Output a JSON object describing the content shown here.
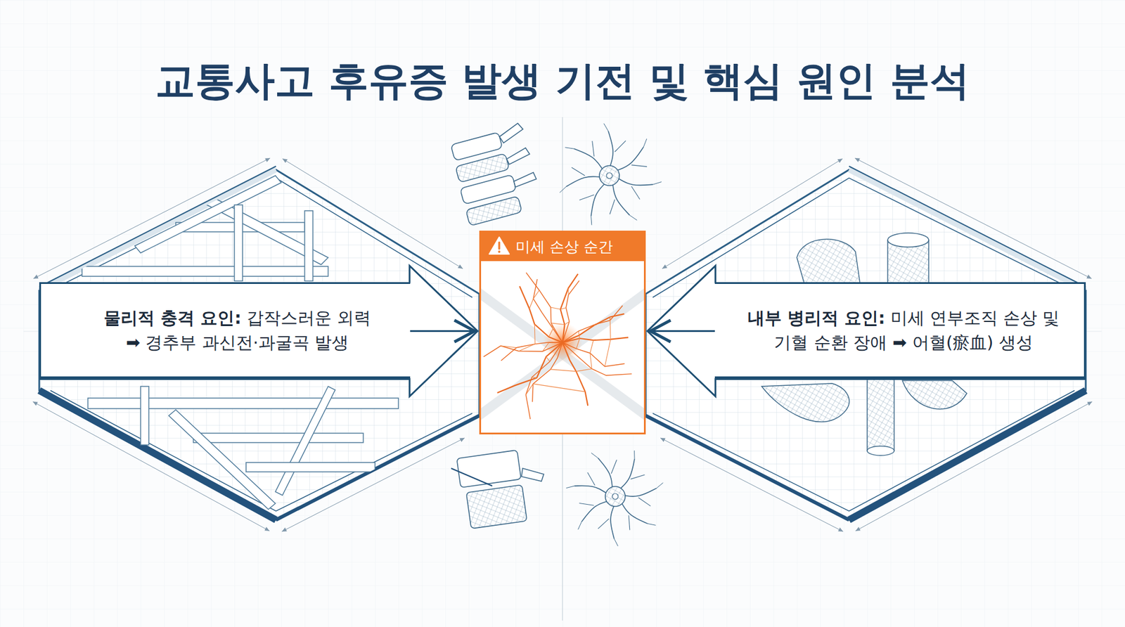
{
  "diagram": {
    "title": "교통사고 후유증 발생 기전 및 핵심 원인 분석",
    "nodes": [
      {
        "text": [
          "물리적 충격 요인:",
          "갑작스러운 외력 ➡ 경추부 과신전·과굴곡 발생"
        ]
      },
      {
        "text": [
          "미세 손상 순간"
        ]
      },
      {
        "text": [
          "내부 병리적 요인:",
          "미세 연부조직 손상 및 기혈 순환 장애 ➡ 어혈(瘀血) 생성"
        ]
      }
    ],
    "edges": [
      {
        "from": 0,
        "to": 1,
        "arrow": "to"
      },
      {
        "from": 2,
        "to": 1,
        "arrow": "to"
      }
    ]
  }
}
